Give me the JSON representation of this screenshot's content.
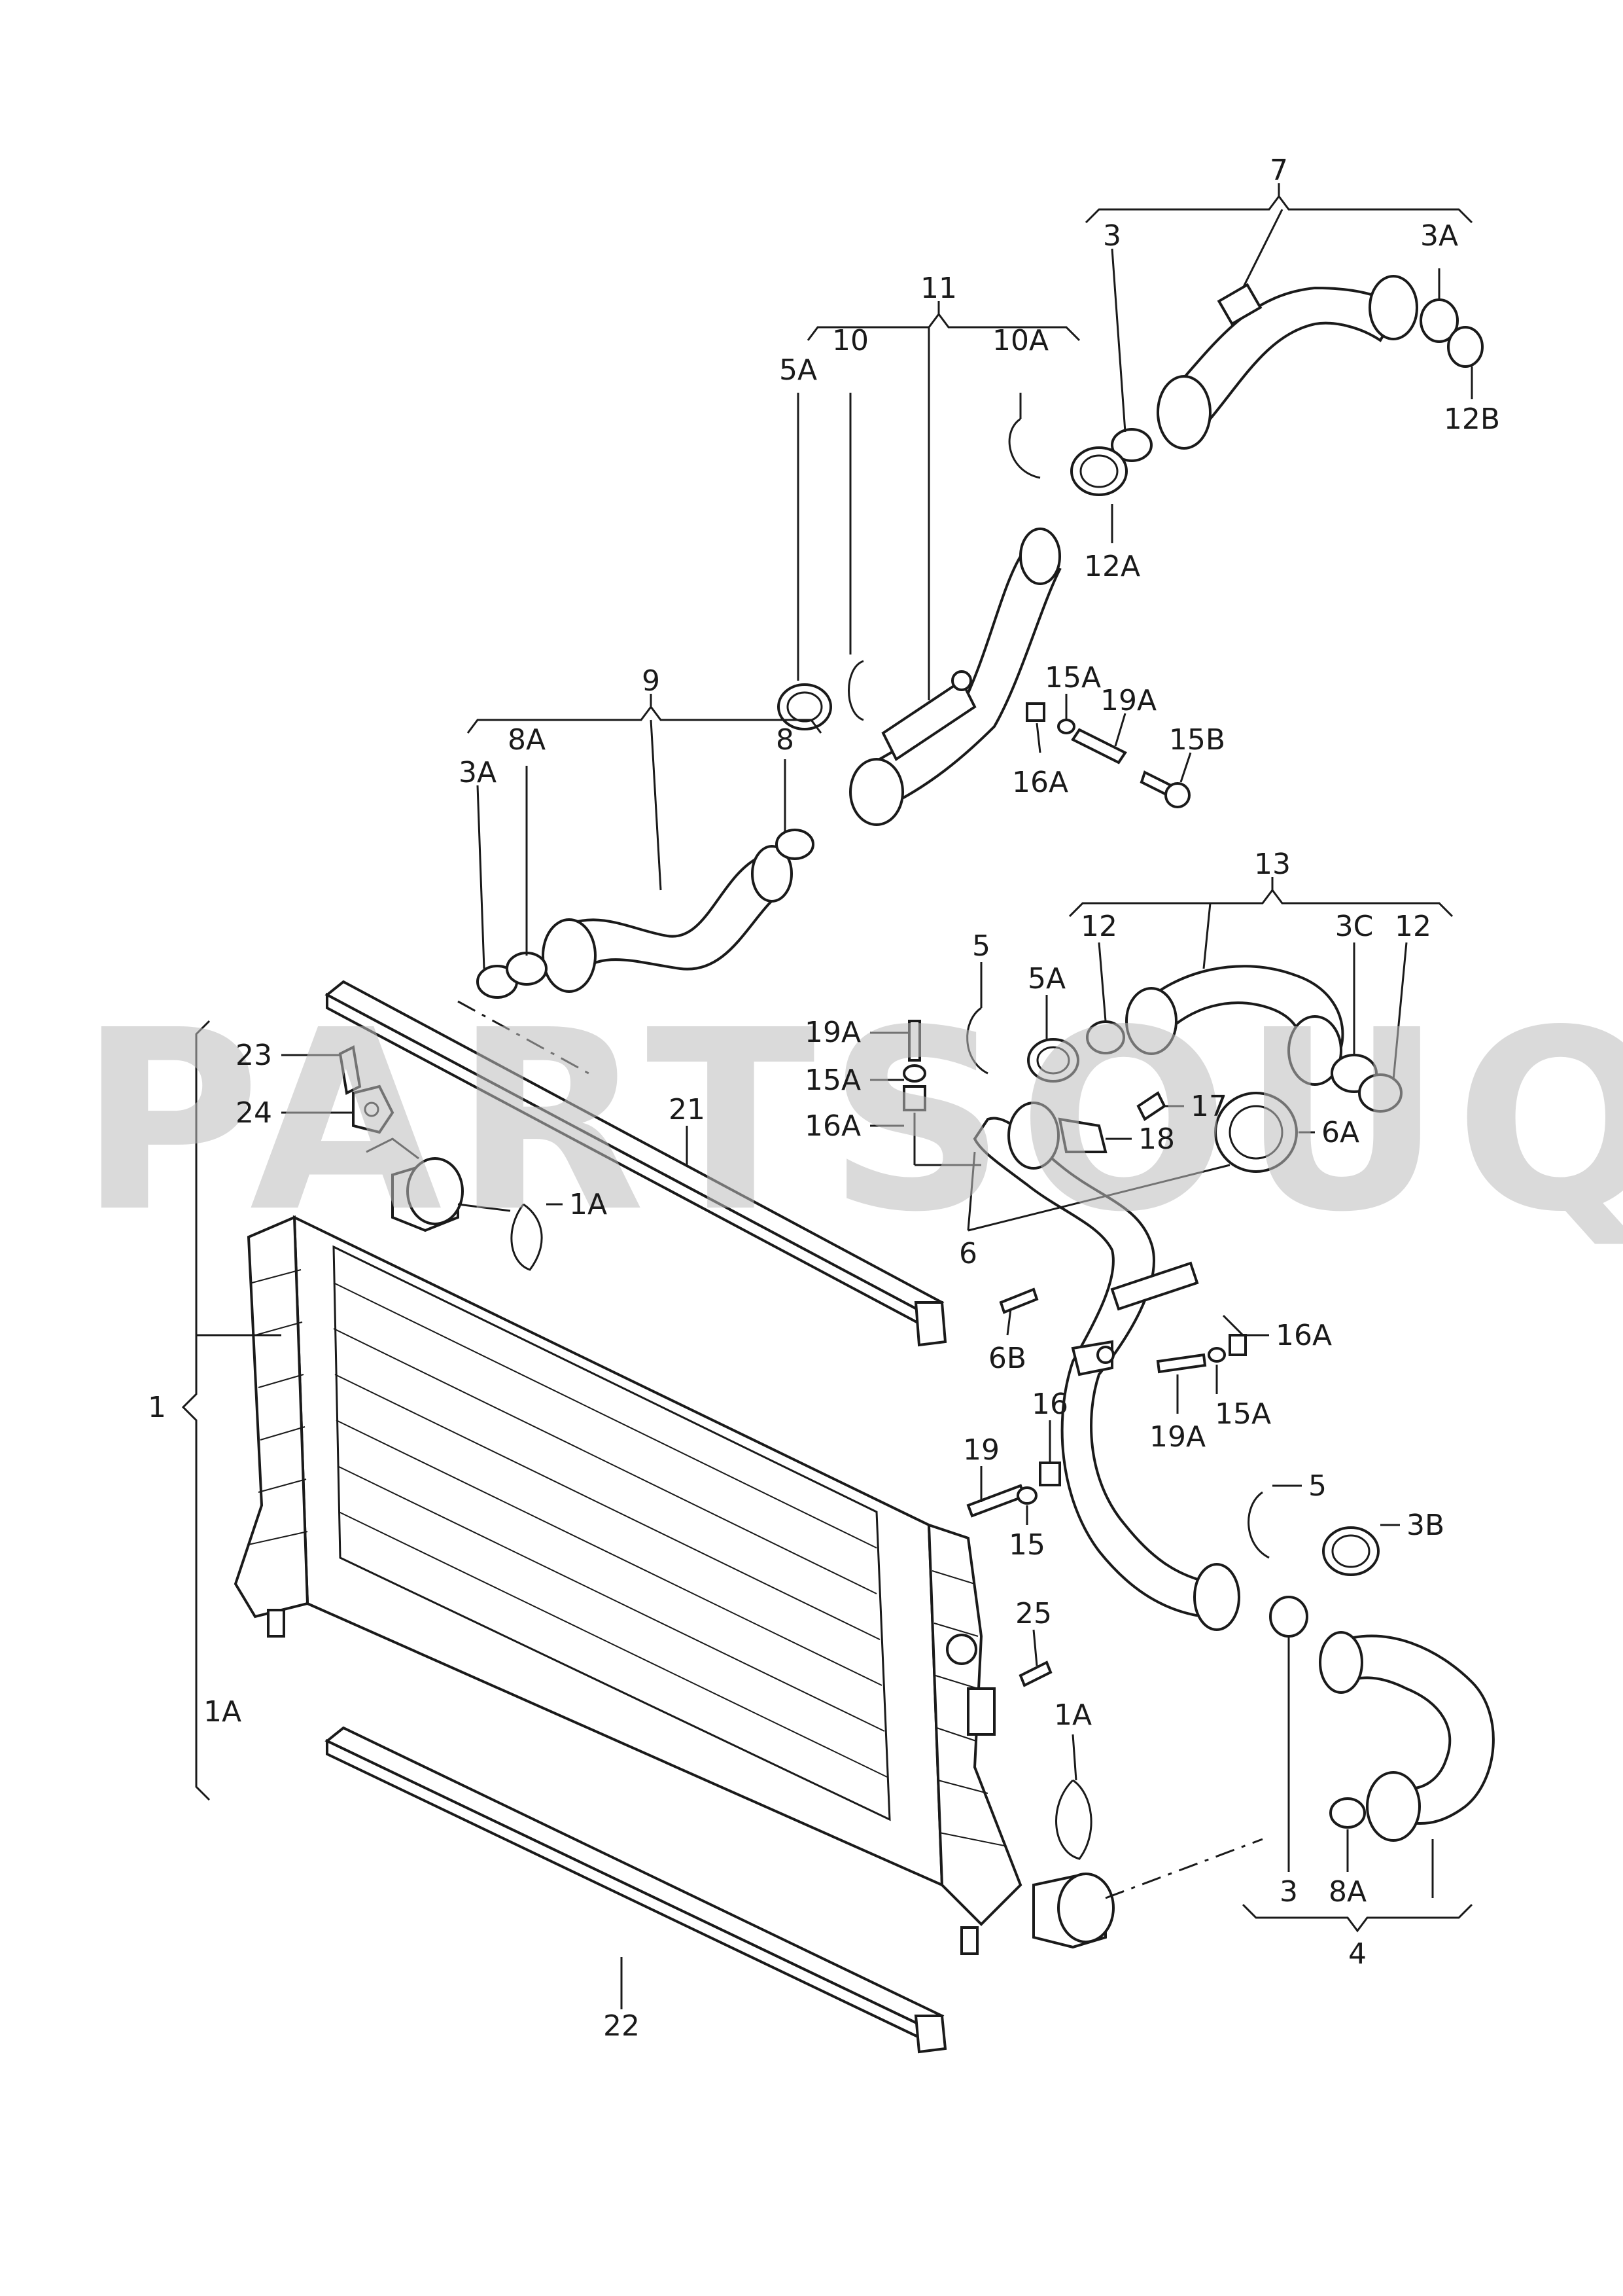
{
  "watermark": "PARTSOUQ.COM",
  "callouts": {
    "c1": "1",
    "c1a_a": "1A",
    "c1a_b": "1A",
    "c1a_c": "1A",
    "c3_a": "3",
    "c3_b": "3",
    "c3a_a": "3A",
    "c3a_b": "3A",
    "c3b": "3B",
    "c3c": "3C",
    "c4": "4",
    "c5_a": "5",
    "c5_b": "5",
    "c5a_a": "5A",
    "c5a_b": "5A",
    "c6": "6",
    "c6a": "6A",
    "c6b": "6B",
    "c7": "7",
    "c8": "8",
    "c8a_a": "8A",
    "c8a_b": "8A",
    "c9": "9",
    "c10": "10",
    "c10a": "10A",
    "c11": "11",
    "c12_a": "12",
    "c12_b": "12",
    "c12a": "12A",
    "c12b": "12B",
    "c13": "13",
    "c15": "15",
    "c15a_a": "15A",
    "c15a_b": "15A",
    "c15a_c": "15A",
    "c15b": "15B",
    "c16": "16",
    "c16a_a": "16A",
    "c16a_b": "16A",
    "c16a_c": "16A",
    "c17": "17",
    "c18": "18",
    "c19": "19",
    "c19a_a": "19A",
    "c19a_b": "19A",
    "c19a_c": "19A",
    "c21": "21",
    "c22": "22",
    "c23": "23",
    "c24": "24",
    "c25": "25"
  }
}
